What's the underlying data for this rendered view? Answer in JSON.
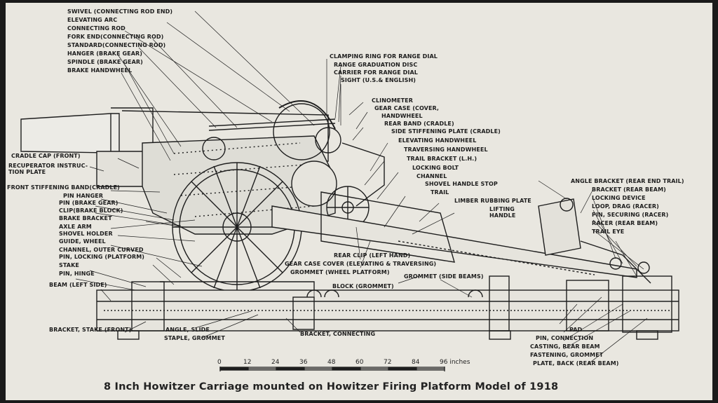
{
  "caption": "8 Inch Howitzer Carriage mounted on Howitzer Firing Platform Model of 1918",
  "labels": {
    "swivel": "SWIVEL (CONNECTING ROD END)",
    "elevating_arc": "ELEVATING ARC",
    "connecting_rod": "CONNECTING ROD",
    "fork_end": "FORK END(CONNECTING ROD)",
    "standard": "STANDARD(CONNECTING ROD)",
    "hanger_brake": "HANGER (BRAKE GEAR)",
    "spindle_brake": "SPINDLE (BRAKE GEAR)",
    "brake_handwheel": "BRAKE HANDWHEEL",
    "cradle_cap": "CRADLE CAP (FRONT)",
    "recuperator_plate": "RECUPERATOR INSTRUC-\nTION PLATE",
    "front_stiffening": "FRONT STIFFENING BAND(CRADLE)",
    "pin_hanger": "PIN HANGER",
    "pin_brake_gear": "PIN (BRAKE GEAR)",
    "clip_brake_block": "CLIP(BRAKE BLOCK)",
    "brake_bracket": "BRAKE BRACKET",
    "axle_arm": "AXLE ARM",
    "shovel_holder": "SHOVEL HOLDER",
    "guide_wheel": "GUIDE, WHEEL",
    "channel_outer": "CHANNEL, OUTER CURVED",
    "pin_locking_platform": "PIN, LOCKING (PLATFORM)",
    "stake": "STAKE",
    "pin_hinge": "PIN, HINGE",
    "beam_left": "BEAM (LEFT SIDE)",
    "bracket_stake": "BRACKET, STAKE (FRONT)",
    "angle_slide": "ANGLE, SLIDE",
    "staple_grommet": "STAPLE, GROMMET",
    "clamping_ring": "CLAMPING RING FOR RANGE DIAL",
    "range_graduation": "RANGE GRADUATION DISC",
    "carrier_range_dial": "CARRIER FOR RANGE DIAL",
    "sight": "SIGHT (U.S.& ENGLISH)",
    "clinometer": "CLINOMETER",
    "gear_case": "GEAR CASE (COVER,",
    "handwheel": "HANDWHEEL",
    "rear_band": "REAR BAND (CRADLE)",
    "side_stiffening": "SIDE STIFFENING PLATE (CRADLE)",
    "elevating_handwheel": "ELEVATING HANDWHEEL",
    "traversing_handwheel": "TRAVERSING HANDWHEEL",
    "trail_bracket": "TRAIL BRACKET (L.H.)",
    "locking_bolt": "LOCKING BOLT",
    "channel": "CHANNEL",
    "shovel_handle_stop": "SHOVEL HANDLE STOP",
    "trail": "TRAIL",
    "limber_rubbing_plate": "LIMBER RUBBING PLATE",
    "lifting_handle": "LIFTING\nHANDLE",
    "rear_clip": "REAR CLIP (LEFT HAND)",
    "gear_case_cover": "GEAR CASE COVER (ELEVATING & TRAVERSING)",
    "grommet_wheel": "GROMMET (WHEEL PLATFORM)",
    "block_grommet": "BLOCK (GROMMET)",
    "grommet_side": "GROMMET (SIDE BEAMS)",
    "bracket_connecting": "BRACKET, CONNECTING",
    "angle_bracket_rear": "ANGLE BRACKET (REAR END TRAIL)",
    "bracket_rear_beam": "BRACKET (REAR BEAM)",
    "locking_device": "LOCKING DEVICE",
    "loop_drag": "LOOP, DRAG (RACER)",
    "pin_securing": "PIN, SECURING (RACER)",
    "racer_rear": "RACER (REAR BEAM)",
    "trail_eye": "TRAIL EYE",
    "pad": "PAD",
    "pin_connection": "PIN, CONNECTION",
    "casting_rear_beam": "CASTING, REAR BEAM",
    "fastening_grommet": "FASTENING, GROMMET",
    "plate_back": "PLATE, BACK (REAR BEAM)"
  },
  "scale": {
    "ticks": [
      "0",
      "12",
      "24",
      "36",
      "48",
      "60",
      "72",
      "84",
      "96 inches"
    ]
  }
}
